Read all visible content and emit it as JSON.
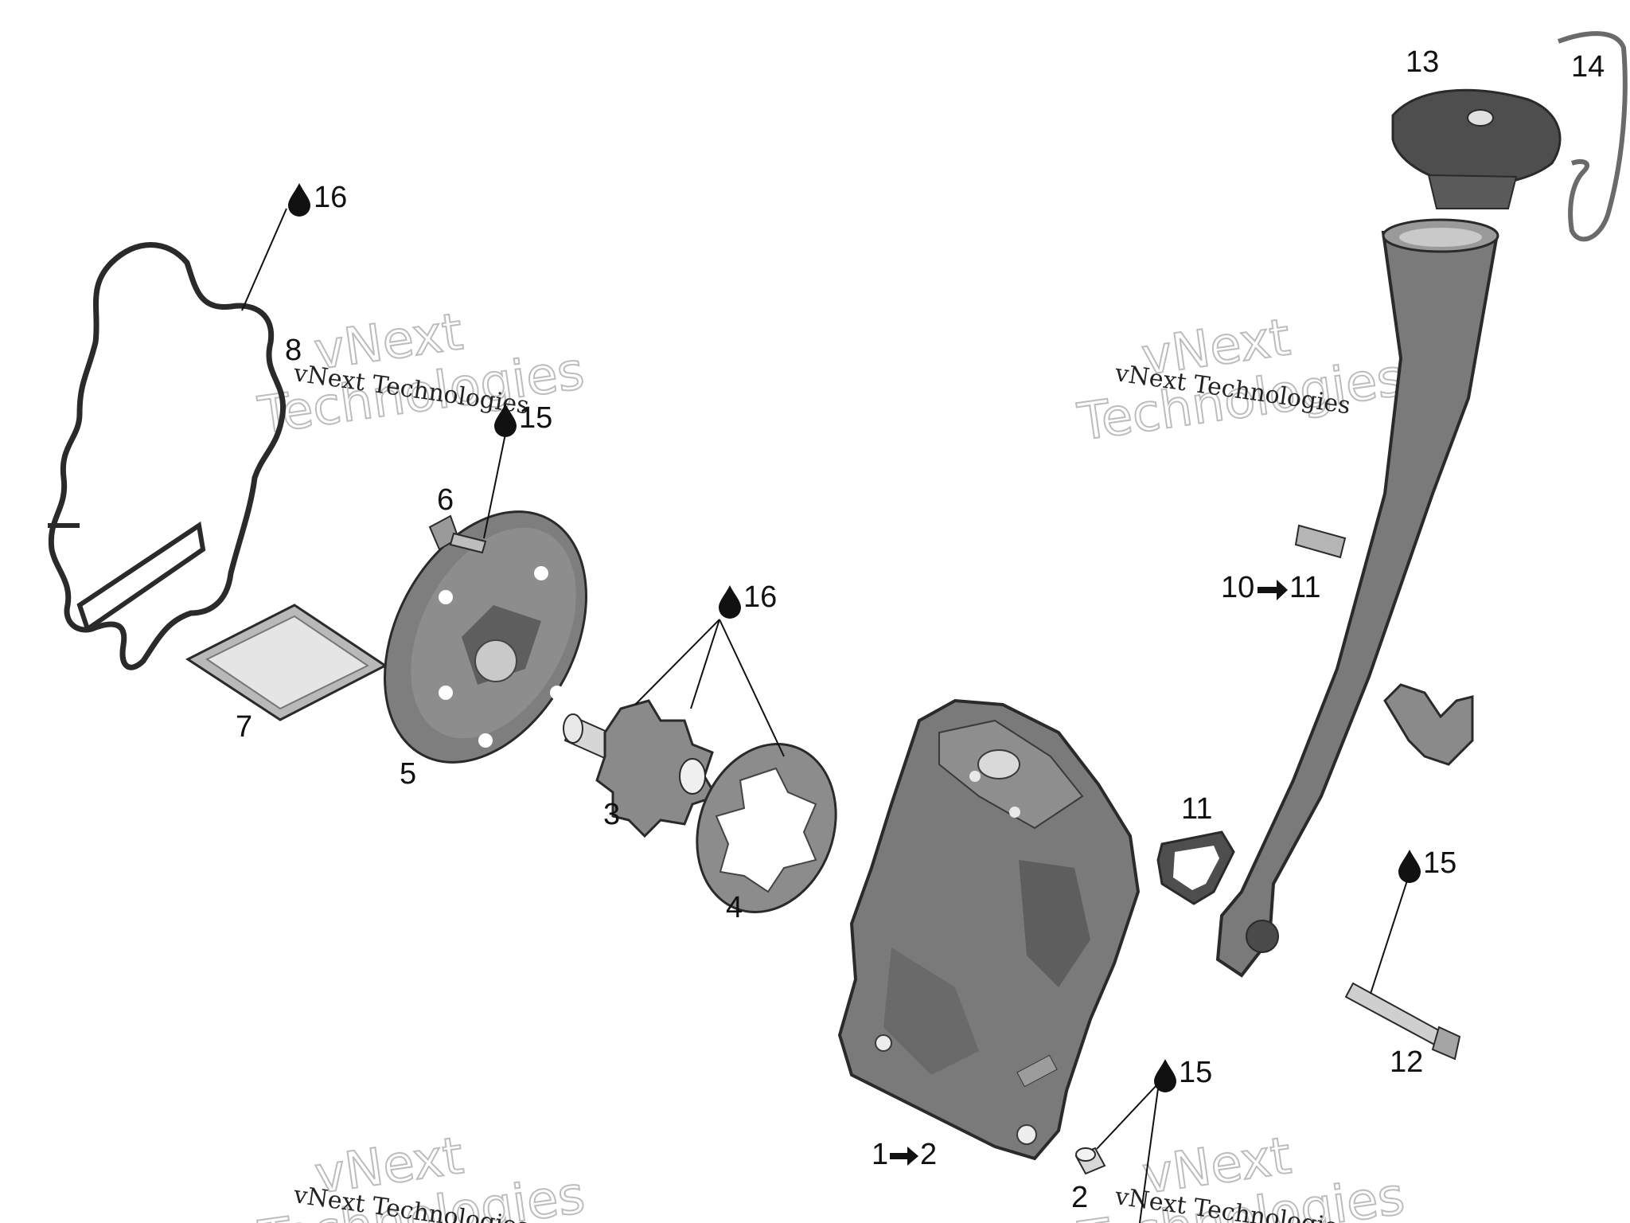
{
  "watermark": {
    "line1": "vNext",
    "line2": "Technologies",
    "small": "vNext Technologies"
  },
  "colors": {
    "part_fill": "#7d7d7d",
    "part_dark": "#555555",
    "part_light": "#a8a8a8",
    "outline": "#2a2a2a",
    "text": "#111111"
  },
  "callouts": {
    "c1": "1",
    "c1_target": "2",
    "c2": "2",
    "c3": "3",
    "c4": "4",
    "c5": "5",
    "c6": "6",
    "c7": "7",
    "c8": "8",
    "c10": "10",
    "c10_target": "11",
    "c11": "11",
    "c12": "12",
    "c13": "13",
    "c14": "14",
    "lub_16_top": "16",
    "lub_15_top": "15",
    "lub_16_mid": "16",
    "lub_15_right": "15",
    "lub_15_bottom": "15"
  },
  "icons": {
    "lubricant": "oil-drop-icon",
    "arrow": "arrow-right-icon"
  }
}
